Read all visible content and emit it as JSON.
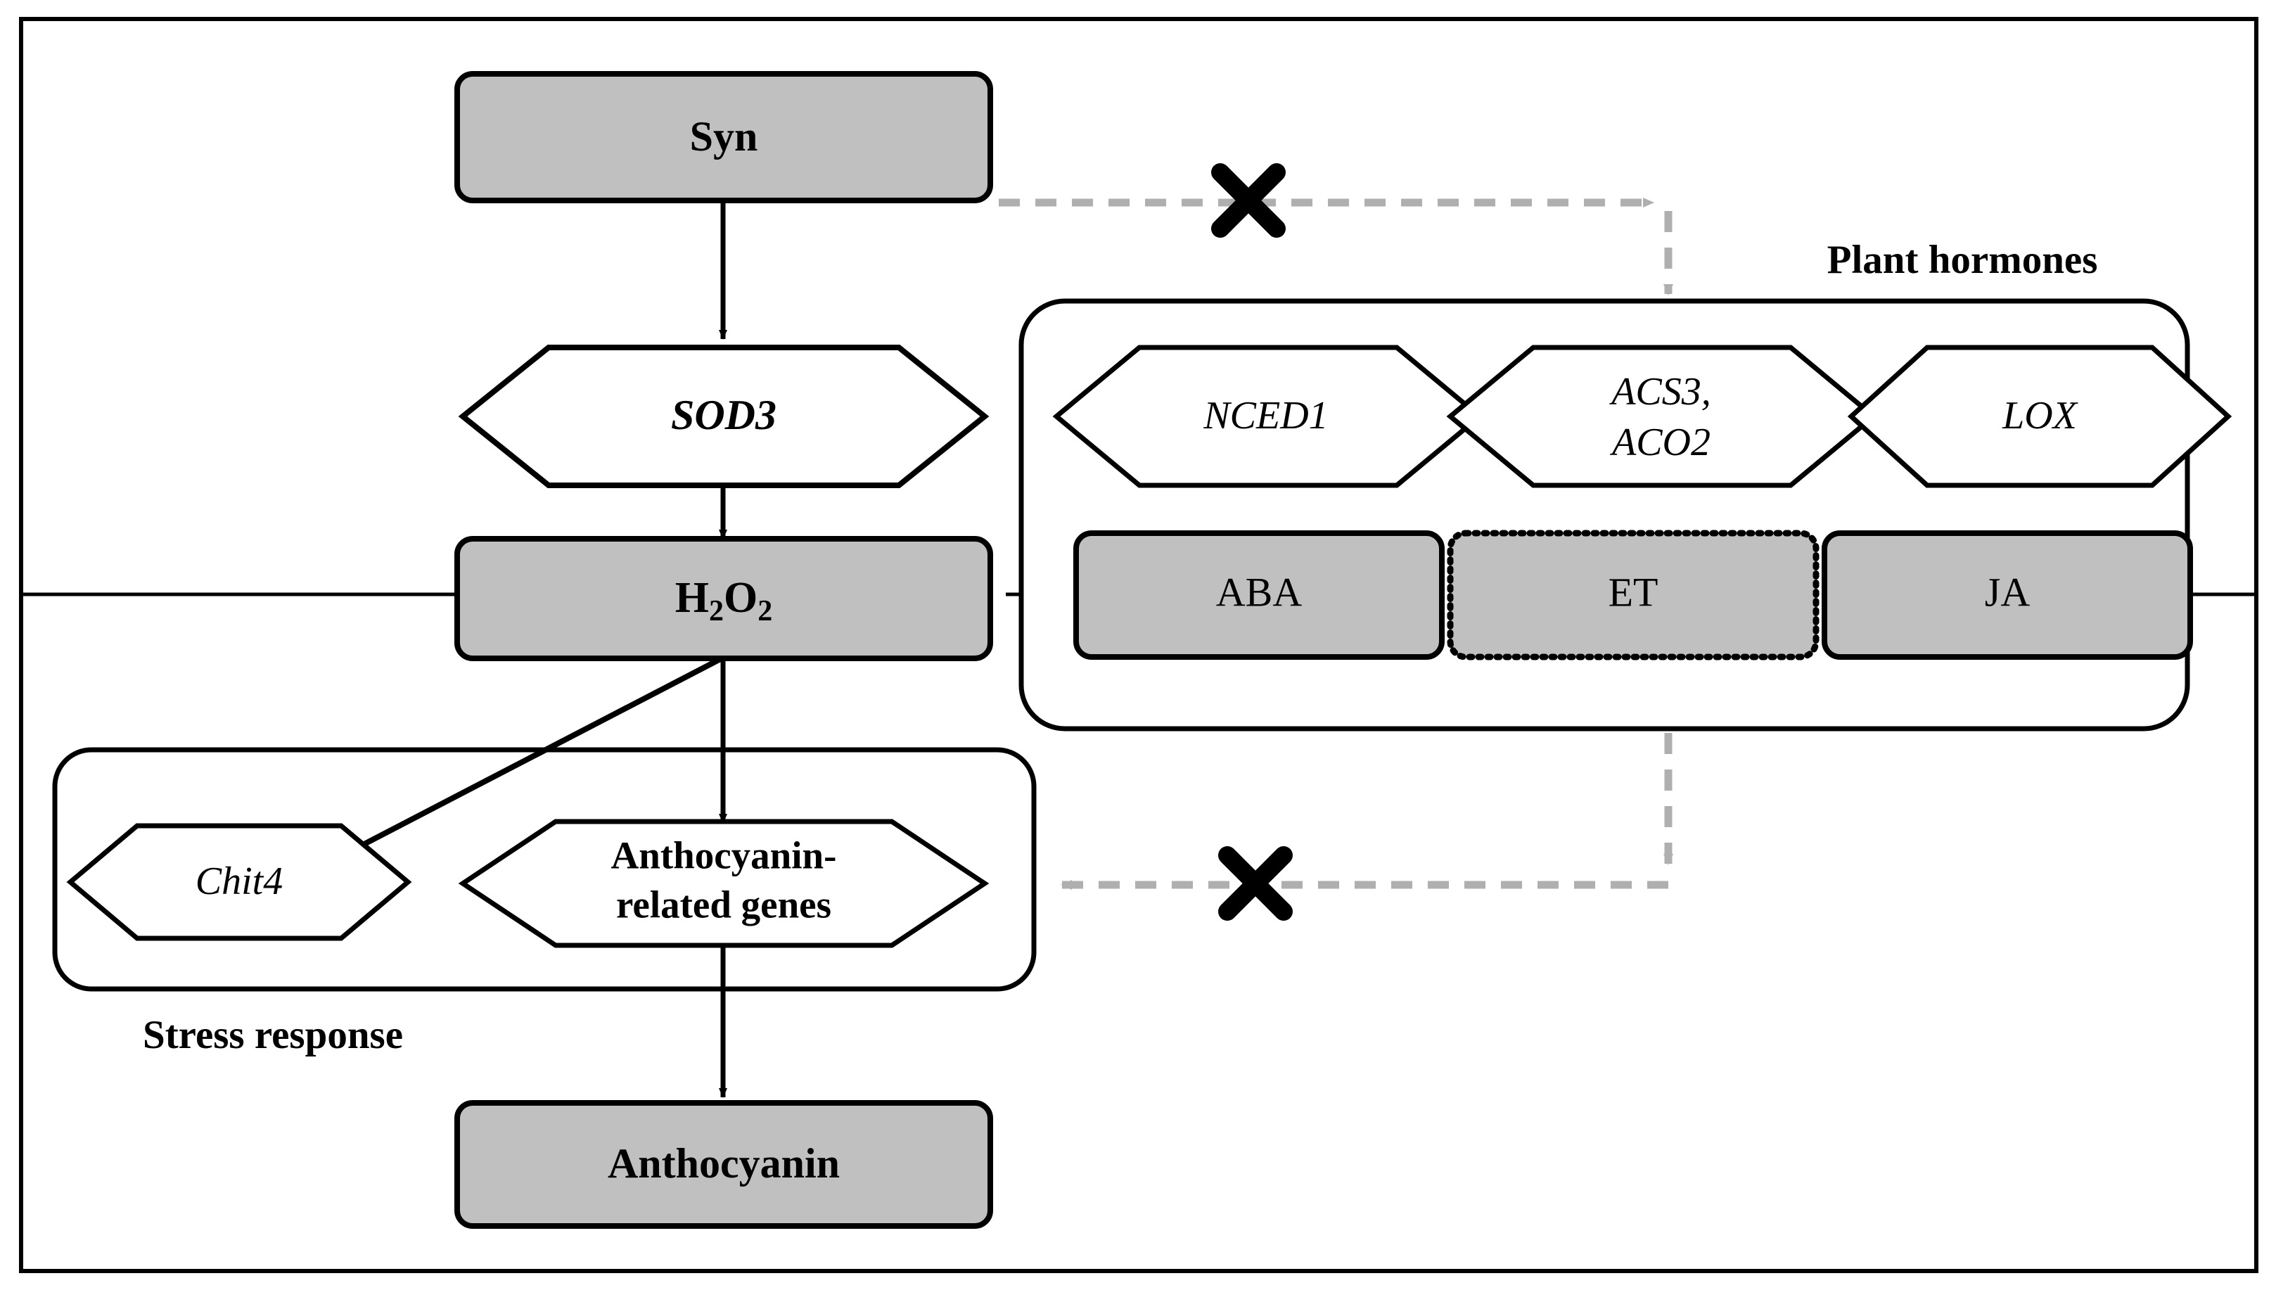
{
  "diagram": {
    "title_nodes": {
      "plant_hormones_label": "Plant hormones",
      "stress_response_label": "Stress response"
    },
    "colors": {
      "node_fill_gray": "#C0C0C0",
      "stroke_black": "#000000",
      "inhibited_arrow_gray": "#AFAFAF",
      "background": "#FFFFFF"
    },
    "nodes": {
      "syn": {
        "label": "Syn",
        "shape": "rounded-rect",
        "fill": "gray",
        "style": "bold"
      },
      "sod3": {
        "label": "SOD3",
        "shape": "hexagon",
        "fill": "white",
        "style": "bold-italic"
      },
      "h2o2": {
        "label": "H2O2",
        "label_html": "H₂O₂",
        "base": "H",
        "sub1": "2",
        "mid": "O",
        "sub2": "2",
        "shape": "rounded-rect",
        "fill": "gray",
        "style": "bold"
      },
      "nced1": {
        "label": "NCED1",
        "shape": "hexagon",
        "fill": "white",
        "style": "italic"
      },
      "acs3_aco2": {
        "label_line1": "ACS3,",
        "label_line2": "ACO2",
        "shape": "hexagon",
        "fill": "white",
        "style": "italic"
      },
      "lox": {
        "label": "LOX",
        "shape": "hexagon",
        "fill": "white",
        "style": "italic"
      },
      "aba": {
        "label": "ABA",
        "shape": "rounded-rect",
        "fill": "gray",
        "border": "solid"
      },
      "et": {
        "label": "ET",
        "shape": "rounded-rect",
        "fill": "gray",
        "border": "dotted"
      },
      "ja": {
        "label": "JA",
        "shape": "rounded-rect",
        "fill": "gray",
        "border": "solid"
      },
      "chit4": {
        "label": "Chit4",
        "shape": "hexagon",
        "fill": "white",
        "style": "italic"
      },
      "anthocyanin_genes": {
        "label_line1": "Anthocyanin-",
        "label_line2": "related genes",
        "shape": "hexagon",
        "fill": "white",
        "style": "bold"
      },
      "anthocyanin": {
        "label": "Anthocyanin",
        "shape": "rounded-rect",
        "fill": "gray",
        "style": "bold"
      }
    },
    "edges": [
      {
        "from": "syn",
        "to": "sod3",
        "style": "solid",
        "arrow": "normal"
      },
      {
        "from": "sod3",
        "to": "h2o2",
        "style": "solid",
        "arrow": "normal"
      },
      {
        "from": "h2o2",
        "to": "chit4",
        "style": "solid",
        "arrow": "normal"
      },
      {
        "from": "h2o2",
        "to": "anthocyanin_genes",
        "style": "solid",
        "arrow": "normal"
      },
      {
        "from": "anthocyanin_genes",
        "to": "anthocyanin",
        "style": "solid",
        "arrow": "normal"
      },
      {
        "from": "syn",
        "to": "plant_hormones",
        "style": "dashed",
        "arrow": "normal",
        "blocked": true,
        "marker": "X"
      },
      {
        "from": "plant_hormones",
        "to": "anthocyanin_genes",
        "style": "dashed",
        "arrow": "normal",
        "blocked": true,
        "marker": "X"
      }
    ],
    "blocked_markers": {
      "symbol": "X",
      "count": 2
    }
  }
}
